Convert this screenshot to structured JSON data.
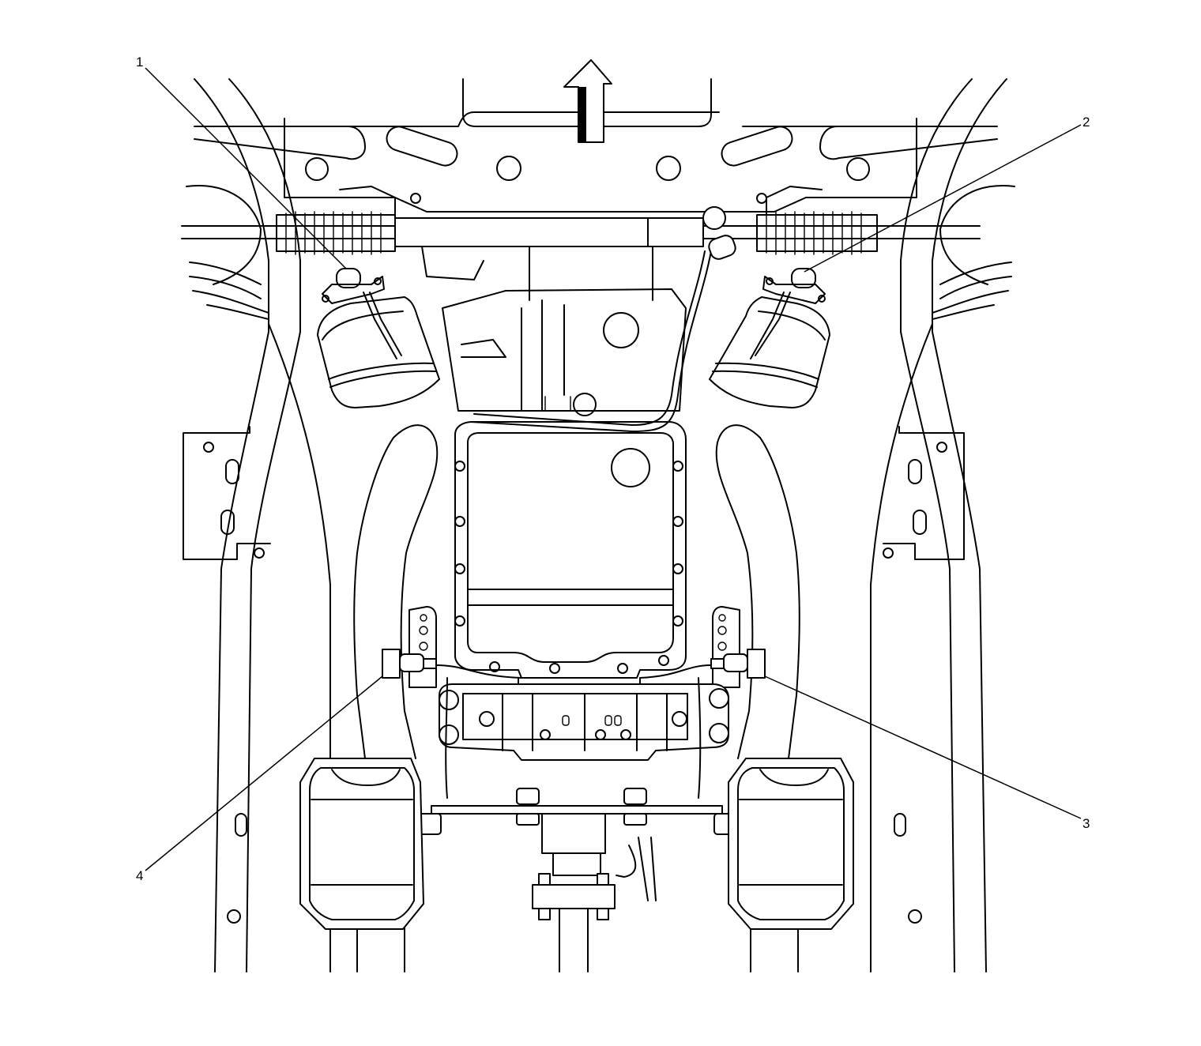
{
  "diagram": {
    "callouts": [
      {
        "id": "1",
        "label": "1"
      },
      {
        "id": "2",
        "label": "2"
      },
      {
        "id": "3",
        "label": "3"
      },
      {
        "id": "4",
        "label": "4"
      }
    ],
    "icons": [
      "front-direction-arrow-icon"
    ],
    "colors": {
      "line": "#000000",
      "background": "#ffffff"
    }
  }
}
